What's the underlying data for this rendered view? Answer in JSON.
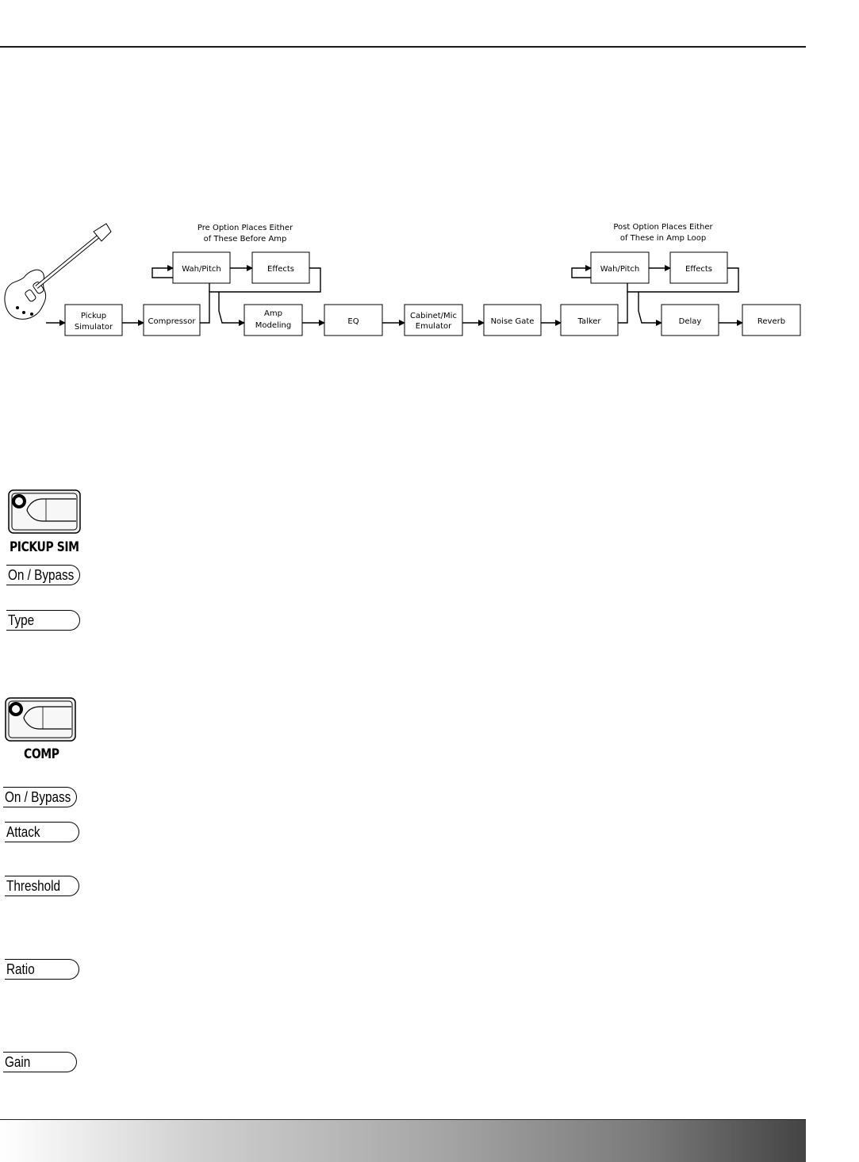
{
  "diagram": {
    "pre_note": [
      "Pre Option Places Either",
      "of These Before Amp"
    ],
    "post_note": [
      "Post Option Places Either",
      "of These in Amp Loop"
    ],
    "blocks": {
      "pickup_simulator": [
        "Pickup",
        "Simulator"
      ],
      "compressor": "Compressor",
      "pre_wah_pitch": "Wah/Pitch",
      "pre_effects": "Effects",
      "amp_modeling": [
        "Amp",
        "Modeling"
      ],
      "eq": "EQ",
      "cabinet_mic_emulator": [
        "Cabinet/Mic",
        "Emulator"
      ],
      "noise_gate": "Noise Gate",
      "talker": "Talker",
      "post_wah_pitch": "Wah/Pitch",
      "post_effects": "Effects",
      "delay": "Delay",
      "reverb": "Reverb"
    }
  },
  "modules": {
    "pickup_sim": {
      "title": "PICKUP SIM",
      "params": [
        "On / Bypass",
        "Type"
      ]
    },
    "comp": {
      "title": "COMP",
      "params": [
        "On / Bypass",
        "Attack",
        "Threshold",
        "Ratio",
        "Gain"
      ]
    }
  }
}
